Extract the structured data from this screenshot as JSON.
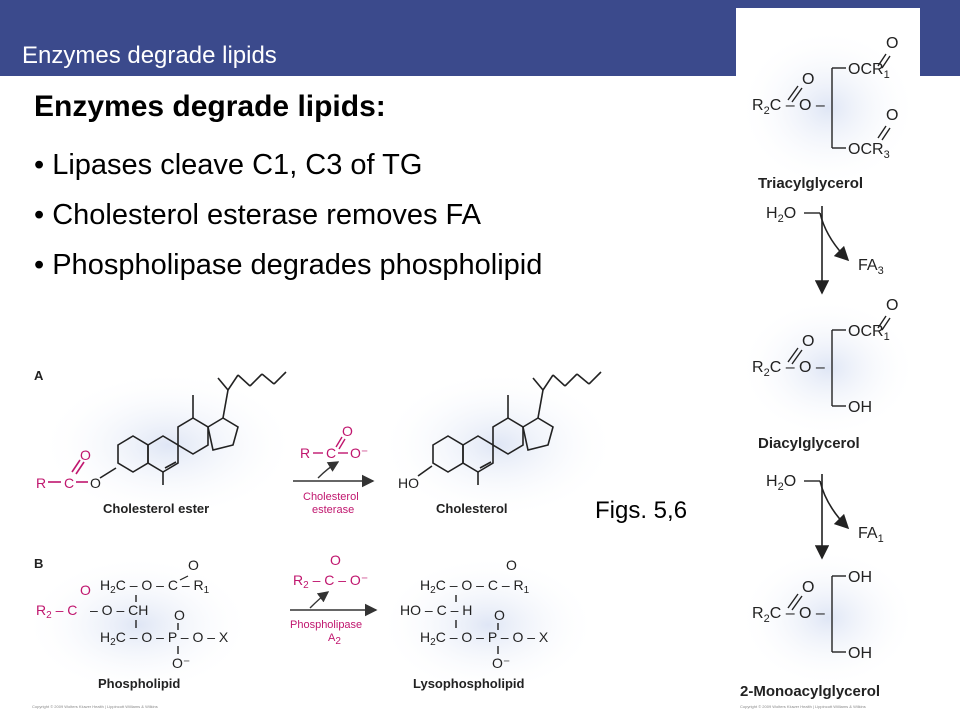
{
  "header": {
    "title": "Enzymes degrade lipids"
  },
  "slide": {
    "heading": "Enzymes degrade lipids:",
    "bullets": [
      "Lipases cleave C1, C3 of TG",
      "Cholesterol esterase removes FA",
      "Phospholipase degrades phospholipid"
    ],
    "figure_caption": "Figs. 5,6"
  },
  "figure_left": {
    "panel_a_letter": "A",
    "panel_b_letter": "B",
    "cholesterol_ester_label": "Cholesterol ester",
    "cholesterol_label": "Cholesterol",
    "cholesterol_esterase_line1": "Cholesterol",
    "cholesterol_esterase_line2": "esterase",
    "phospholipid_label": "Phospholipid",
    "lysophospholipid_label": "Lysophospholipid",
    "phospholipase_line1": "Phospholipase",
    "phospholipase_sub": "2",
    "ester_pink_color": "#c0166e",
    "glow_color": "#dfe6f5",
    "copyright": "Copyright © 2009 Wolters Kluwer Health | Lippincott Williams & Wilkins"
  },
  "figure_right": {
    "triacylglycerol_label": "Triacylglycerol",
    "diacylglycerol_label": "Diacylglycerol",
    "monoacylglycerol_label": "2-Monoacylglycerol",
    "h2o_1": "H",
    "fa3": "FA",
    "fa3_sub": "3",
    "fa1": "FA",
    "fa1_sub": "1",
    "copyright": "Copyright © 2009 Wolters Kluwer Health | Lippincott Williams & Wilkins"
  },
  "colors": {
    "header_bg": "#3b4a8c",
    "header_text": "#ffffff"
  }
}
